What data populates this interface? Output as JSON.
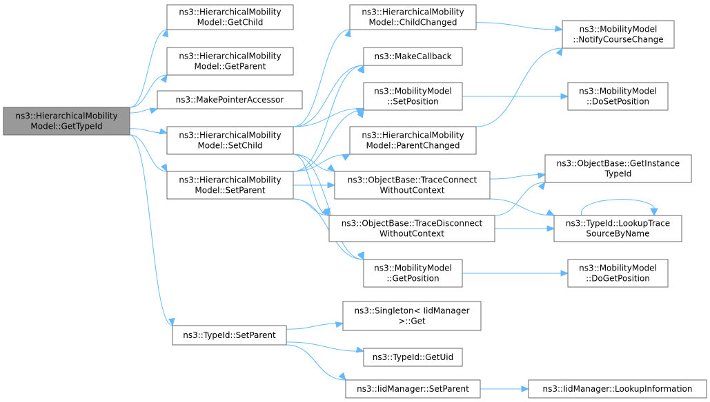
{
  "colors": {
    "edge": "#63b8ff",
    "node_border": "#666666",
    "root_fill": "#999999",
    "node_fill": "#ffffff"
  },
  "nodes": {
    "root": [
      "ns3::HierarchicalMobility",
      "Model::GetTypeId"
    ],
    "hm_getchild": [
      "ns3::HierarchicalMobility",
      "Model::GetChild"
    ],
    "hm_getparent": [
      "ns3::HierarchicalMobility",
      "Model::GetParent"
    ],
    "makepointeraccessor": [
      "ns3::MakePointerAccessor"
    ],
    "hm_setchild": [
      "ns3::HierarchicalMobility",
      "Model::SetChild"
    ],
    "hm_setparent": [
      "ns3::HierarchicalMobility",
      "Model::SetParent"
    ],
    "typeid_setparent": [
      "ns3::TypeId::SetParent"
    ],
    "hm_childchanged": [
      "ns3::HierarchicalMobility",
      "Model::ChildChanged"
    ],
    "makecallback": [
      "ns3::MakeCallback"
    ],
    "mm_setposition": [
      "ns3::MobilityModel",
      "::SetPosition"
    ],
    "hm_parentchanged": [
      "ns3::HierarchicalMobility",
      "Model::ParentChanged"
    ],
    "ob_traceconnect": [
      "ns3::ObjectBase::TraceConnect",
      "WithoutContext"
    ],
    "ob_tracedisconnect": [
      "ns3::ObjectBase::TraceDisconnect",
      "WithoutContext"
    ],
    "mm_getposition": [
      "ns3::MobilityModel",
      "::GetPosition"
    ],
    "singleton_get": [
      "ns3::Singleton< IidManager",
      ">::Get"
    ],
    "typeid_getuid": [
      "ns3::TypeId::GetUid"
    ],
    "iid_setparent": [
      "ns3::IidManager::SetParent"
    ],
    "mm_notify": [
      "ns3::MobilityModel",
      "::NotifyCourseChange"
    ],
    "mm_dosetposition": [
      "ns3::MobilityModel",
      "::DoSetPosition"
    ],
    "ob_getinstancetypeid": [
      "ns3::ObjectBase::GetInstance",
      "TypeId"
    ],
    "typeid_lookuptrace": [
      "ns3::TypeId::LookupTrace",
      "SourceByName"
    ],
    "mm_dogetposition": [
      "ns3::MobilityModel",
      "::DoGetPosition"
    ],
    "iid_lookupinfo": [
      "ns3::IidManager::LookupInformation"
    ]
  },
  "edges": [
    [
      "root",
      "hm_getchild"
    ],
    [
      "root",
      "hm_getparent"
    ],
    [
      "root",
      "makepointeraccessor"
    ],
    [
      "root",
      "hm_setchild"
    ],
    [
      "root",
      "hm_setparent"
    ],
    [
      "root",
      "typeid_setparent"
    ],
    [
      "hm_setchild",
      "hm_childchanged"
    ],
    [
      "hm_setchild",
      "makecallback"
    ],
    [
      "hm_setchild",
      "mm_setposition"
    ],
    [
      "hm_setchild",
      "ob_traceconnect"
    ],
    [
      "hm_setchild",
      "ob_tracedisconnect"
    ],
    [
      "hm_setchild",
      "mm_getposition"
    ],
    [
      "hm_setparent",
      "makecallback"
    ],
    [
      "hm_setparent",
      "mm_setposition"
    ],
    [
      "hm_setparent",
      "hm_parentchanged"
    ],
    [
      "hm_setparent",
      "ob_traceconnect"
    ],
    [
      "hm_setparent",
      "ob_tracedisconnect"
    ],
    [
      "hm_setparent",
      "mm_getposition"
    ],
    [
      "hm_childchanged",
      "mm_notify"
    ],
    [
      "hm_parentchanged",
      "mm_notify"
    ],
    [
      "mm_setposition",
      "mm_dosetposition"
    ],
    [
      "ob_traceconnect",
      "ob_getinstancetypeid"
    ],
    [
      "ob_traceconnect",
      "typeid_lookuptrace"
    ],
    [
      "ob_tracedisconnect",
      "ob_getinstancetypeid"
    ],
    [
      "ob_tracedisconnect",
      "typeid_lookuptrace"
    ],
    [
      "typeid_lookuptrace",
      "typeid_lookuptrace"
    ],
    [
      "mm_getposition",
      "mm_dogetposition"
    ],
    [
      "typeid_setparent",
      "singleton_get"
    ],
    [
      "typeid_setparent",
      "typeid_getuid"
    ],
    [
      "typeid_setparent",
      "iid_setparent"
    ],
    [
      "iid_setparent",
      "iid_lookupinfo"
    ]
  ]
}
